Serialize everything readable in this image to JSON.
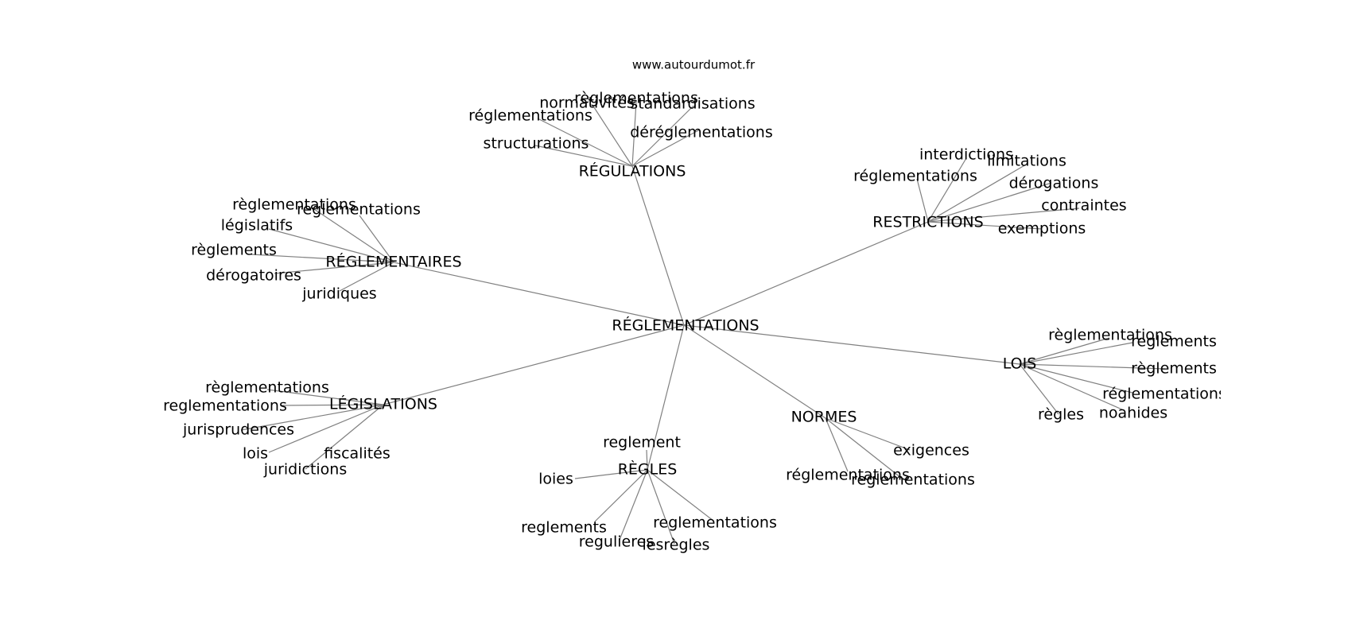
{
  "source": "www.autourdumot.fr",
  "center": "RÉGLEMENTATIONS",
  "clusters": [
    {
      "label": "RÉGULATIONS",
      "leaves": [
        "règlementations",
        "normativités",
        "standardisations",
        "réglementations",
        "déréglementations",
        "structurations"
      ]
    },
    {
      "label": "RESTRICTIONS",
      "leaves": [
        "interdictions",
        "limitations",
        "réglementations",
        "dérogations",
        "contraintes",
        "exemptions"
      ]
    },
    {
      "label": "RÉGLEMENTAIRES",
      "leaves": [
        "règlementations",
        "reglementations",
        "législatifs",
        "règlements",
        "dérogatoires",
        "juridiques"
      ]
    },
    {
      "label": "LOIS",
      "leaves": [
        "règlementations",
        "reglements",
        "règlements",
        "réglementations",
        "noahides",
        "règles"
      ]
    },
    {
      "label": "LÉGISLATIONS",
      "leaves": [
        "règlementations",
        "reglementations",
        "jurisprudences",
        "lois",
        "fiscalités",
        "juridictions"
      ]
    },
    {
      "label": "NORMES",
      "leaves": [
        "exigences",
        "réglementations",
        "reglementations"
      ]
    },
    {
      "label": "RÈGLES",
      "leaves": [
        "reglement",
        "loies",
        "reglements",
        "reglementations",
        "regulieres",
        "lesrègles"
      ]
    }
  ]
}
